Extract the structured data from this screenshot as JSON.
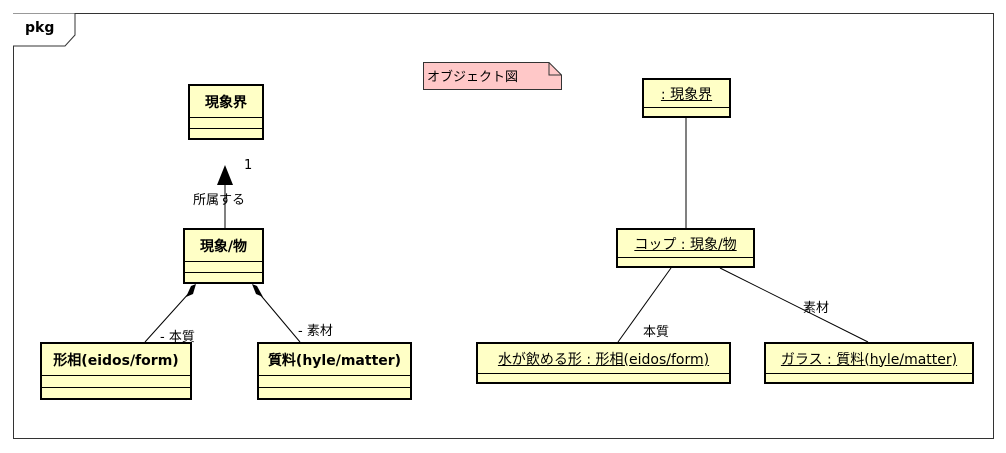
{
  "package": {
    "label": "pkg"
  },
  "note": {
    "text": "オブジェクト図"
  },
  "class_diagram": {
    "genkai": {
      "name": "現象界"
    },
    "mono": {
      "name": "現象/物"
    },
    "keisou": {
      "name": "形相(eidos/form)"
    },
    "shitsuryou": {
      "name": "質料(hyle/matter)"
    },
    "belongs_label": "所属する",
    "belongs_multiplicity": "1",
    "essence_role": "- 本質",
    "material_role": "- 素材"
  },
  "object_diagram": {
    "genkai_obj": {
      "name": ": 現象界"
    },
    "cup_obj": {
      "name": "コップ : 現象/物"
    },
    "water_obj": {
      "name": "水が飲める形 : 形相(eidos/form)"
    },
    "glass_obj": {
      "name": "ガラス : 質料(hyle/matter)"
    },
    "essence_label": "本質",
    "material_label": "素材"
  },
  "colors": {
    "box_fill": "#ffffc6",
    "note_fill": "#ffc8c8",
    "line": "#000000"
  }
}
